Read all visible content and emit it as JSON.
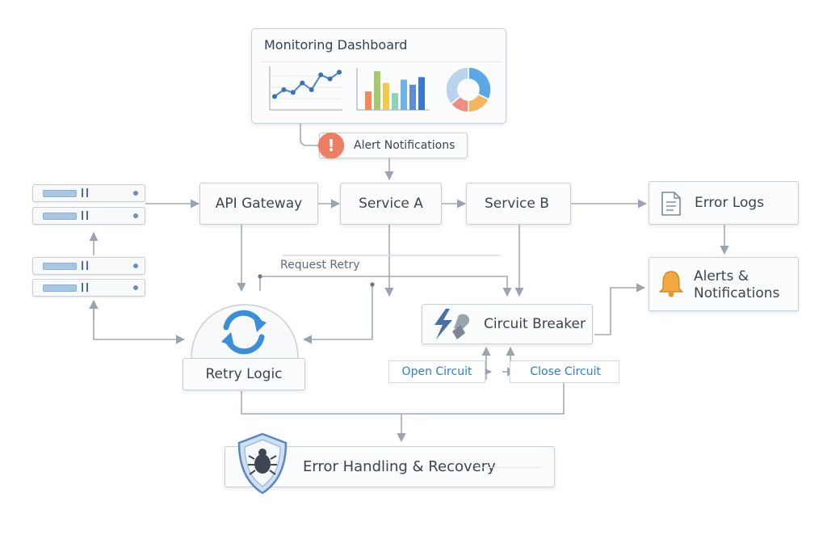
{
  "dashboard": {
    "title": "Monitoring Dashboard",
    "line_chart_values": [
      2,
      3,
      2.6,
      4,
      3,
      5.2,
      4.6,
      5.6
    ],
    "bar_chart_values": [
      2.2,
      4.6,
      3.2,
      2.0,
      3.6,
      3.0,
      3.9
    ],
    "bar_chart_colors": [
      "#f08a5d",
      "#a6c96a",
      "#f2c94c",
      "#8fd3b6",
      "#6db3e8",
      "#5b8bd9",
      "#3a78c9"
    ],
    "donut_values": [
      32,
      18,
      14,
      36
    ],
    "donut_colors": [
      "#5aa9e6",
      "#f5b460",
      "#ef8f80",
      "#b8d4ef"
    ]
  },
  "alert": {
    "label": "Alert Notifications",
    "icon": "exclamation-icon",
    "color": "#ec7f63"
  },
  "gateway": {
    "label": "API Gateway"
  },
  "service_a": {
    "label": "Service A"
  },
  "service_b": {
    "label": "Service B"
  },
  "error_logs": {
    "label": "Error Logs",
    "icon": "document-icon"
  },
  "alerts_notifications": {
    "label_line1": "Alerts &",
    "label_line2": "Notifications",
    "icon": "bell-icon",
    "color": "#f2a941"
  },
  "request_retry": {
    "label": "Request Retry"
  },
  "retry_logic": {
    "label": "Retry Logic",
    "icon": "refresh-icon",
    "color": "#3a8fd6"
  },
  "circuit_breaker": {
    "label": "Circuit Breaker",
    "icon": "lightning-icon"
  },
  "open_circuit": {
    "label": "Open Circuit"
  },
  "close_circuit": {
    "label": "Close Circuit"
  },
  "error_handling": {
    "label": "Error Handling & Recovery",
    "icon": "shield-bug-icon"
  },
  "colors": {
    "line": "#9aa4b0",
    "accent_blue": "#2f7fc4"
  }
}
